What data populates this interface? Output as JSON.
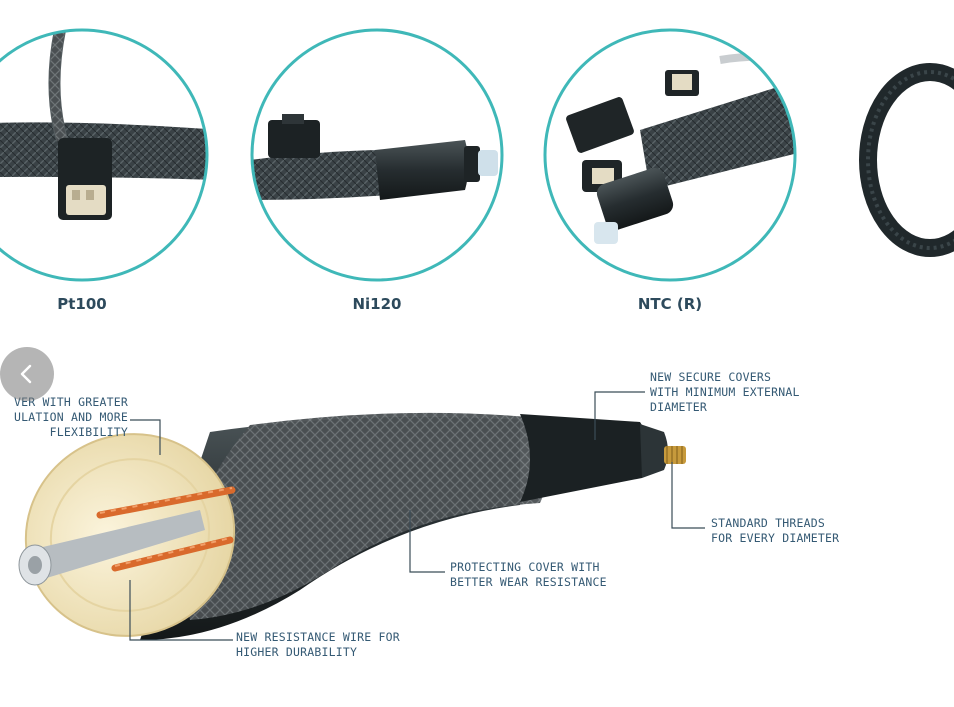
{
  "variants": [
    {
      "label": "Pt100"
    },
    {
      "label": "Ni120"
    },
    {
      "label": "NTC (R)"
    }
  ],
  "callouts": {
    "insulation": [
      "VER WITH GREATER",
      "ULATION AND MORE",
      "FLEXIBILITY"
    ],
    "secure_covers": [
      "NEW SECURE COVERS",
      "WITH MINIMUM EXTERNAL",
      "DIAMETER"
    ],
    "threads": [
      "STANDARD THREADS",
      "FOR EVERY DIAMETER"
    ],
    "protecting": [
      "PROTECTING COVER WITH",
      "BETTER WEAR RESISTANCE"
    ],
    "wire": [
      "NEW RESISTANCE WIRE FOR",
      "HIGHER DURABILITY"
    ]
  },
  "colors": {
    "circle_border": "#3fb8b8",
    "label_text": "#2d4a5c",
    "callout_text": "#355a74",
    "cable": "#2a3236",
    "copper": "#e07a3a"
  },
  "icons": {
    "prev": "chevron-left-icon"
  }
}
